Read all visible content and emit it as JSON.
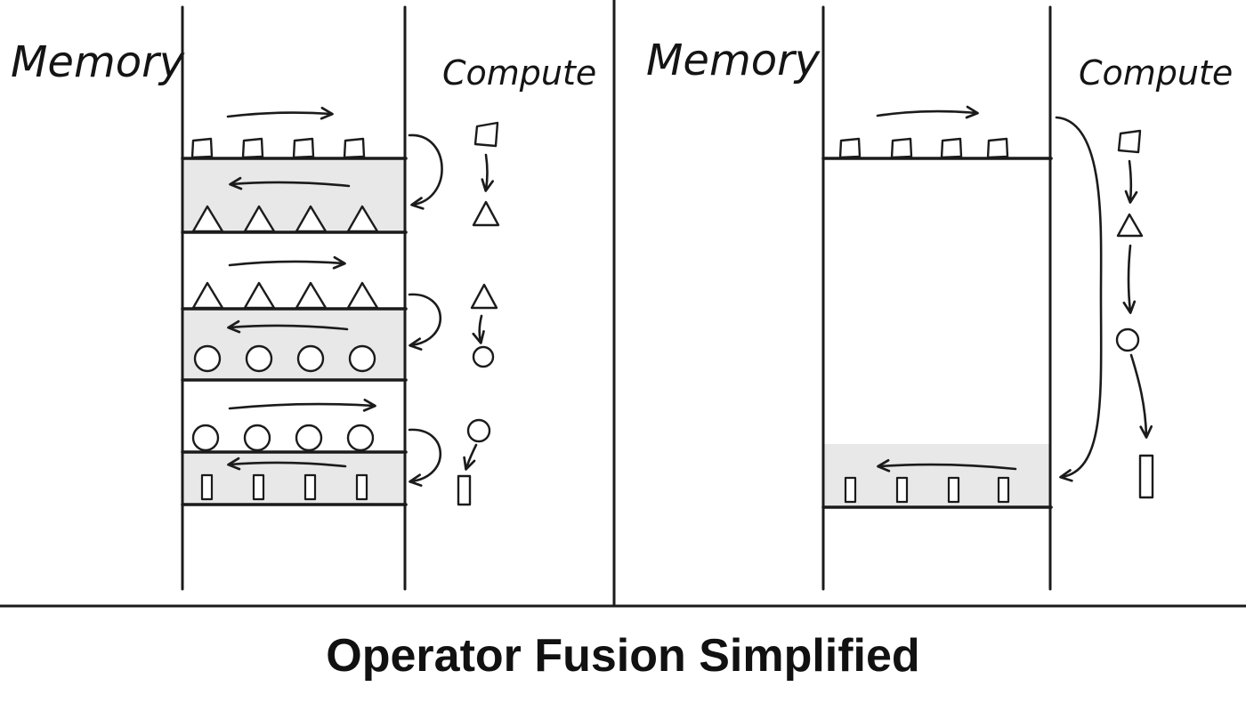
{
  "title": "Operator Fusion Simplified",
  "panels": {
    "left": {
      "memory_label": "Memory",
      "compute_label": "Compute"
    },
    "right": {
      "memory_label": "Memory",
      "compute_label": "Compute"
    }
  },
  "colors": {
    "ink": "#1b1b1b",
    "band": "#e8e8e8",
    "background": "#ffffff"
  },
  "icons": {
    "operand_shapes": [
      "square",
      "triangle",
      "circle",
      "bar"
    ],
    "arrows": [
      "arrow-right",
      "arrow-left",
      "arrow-down",
      "loop-arrow",
      "fusion-bracket-arrow"
    ]
  }
}
